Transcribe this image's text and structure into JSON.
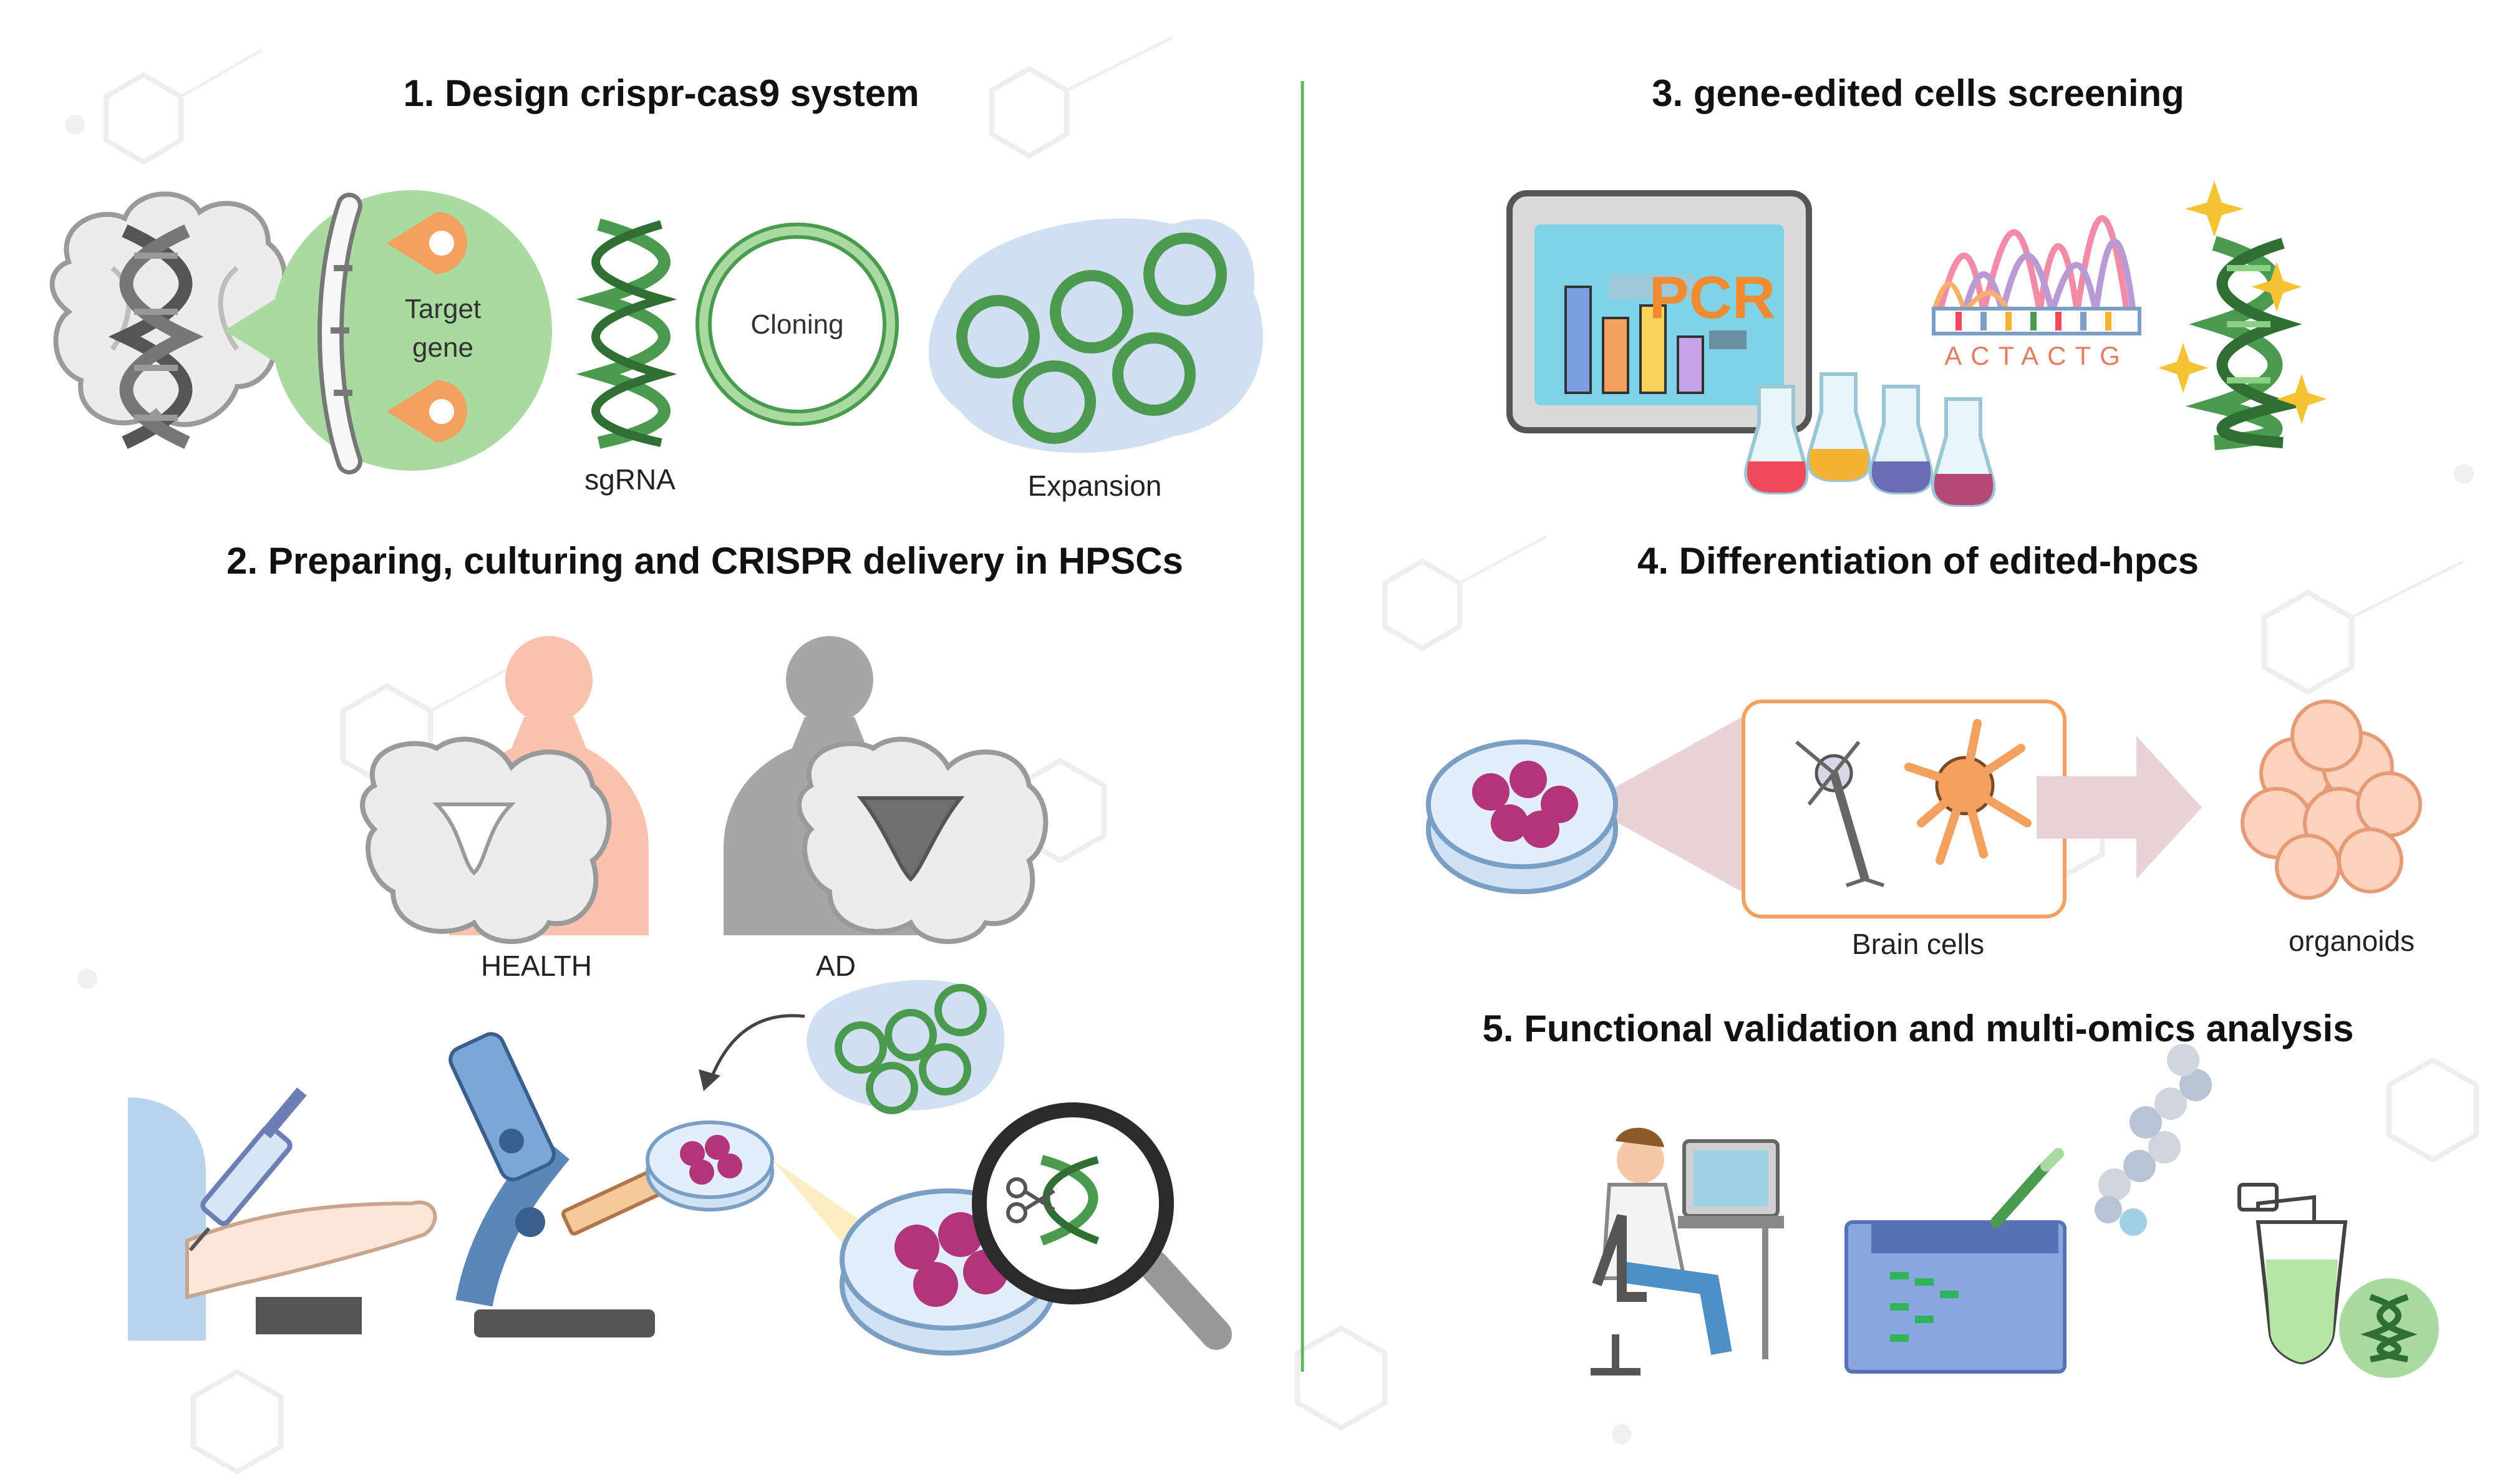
{
  "colors": {
    "green_dark": "#4a9a4f",
    "green_light": "#a9dba0",
    "blob_blue": "#d2dff2",
    "health_skin": "#f9c2ad",
    "ad_grey": "#a6a6a6",
    "magenta_cell": "#b2347a",
    "orange_neuron": "#f4a05f",
    "divider": "#5cb85c"
  },
  "icons": [
    "brain-icon",
    "dna-icon",
    "chromosome-icon",
    "plasmid-icon",
    "monitor-icon",
    "flask-icon",
    "microscope-icon",
    "syringe-icon",
    "petri-dish-icon",
    "magnifier-icon",
    "scissors-icon",
    "neuron-icon",
    "astrocyte-icon",
    "organoid-icon",
    "gel-electrophoresis-icon",
    "microtube-icon",
    "researcher-icon"
  ],
  "steps": [
    {
      "title": "1. Design crispr-cas9 system"
    },
    {
      "title": "2. Preparing, culturing and CRISPR delivery in HPSCs"
    },
    {
      "title": "3. gene-edited cells screening"
    },
    {
      "title": "4. Differentiation of edited-hpcs"
    },
    {
      "title": "5. Functional validation and multi-omics analysis"
    }
  ],
  "labels": {
    "target_gene_line1": "Target",
    "target_gene_line2": "gene",
    "sgrna": "sgRNA",
    "cloning": "Cloning",
    "expansion": "Expansion",
    "health": "HEALTH",
    "ad": "AD",
    "pcr": "PCR",
    "sequence": "ACTACTG",
    "brain_cells": "Brain cells",
    "organoids": "organoids"
  }
}
